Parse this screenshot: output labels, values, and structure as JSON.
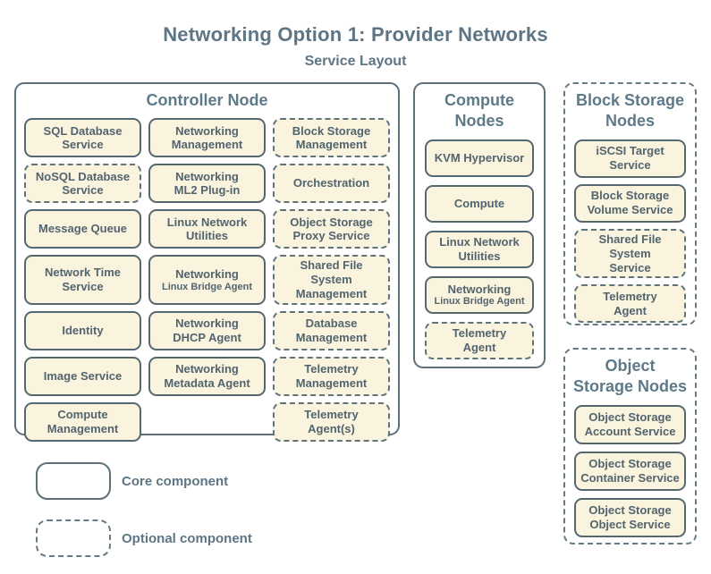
{
  "title": "Networking Option 1: Provider Networks",
  "subtitle": "Service Layout",
  "colors": {
    "background": "#ffffff",
    "box_fill": "#faf3de",
    "core_border": "#56686f",
    "optional_border": "#5e737c",
    "panel_border": "#5d6f78",
    "box_text": "#52656e",
    "heading_text": "#5e7987",
    "title_text": "#5d7584"
  },
  "panels": {
    "controller": {
      "title": "Controller Node",
      "optional": false,
      "services": [
        {
          "label": "SQL Database\nService"
        },
        {
          "label": "Networking\nManagement"
        },
        {
          "label": "Block Storage\nManagement",
          "optional": true
        },
        {
          "label": "NoSQL Database\nService",
          "optional": true
        },
        {
          "label": "Networking\nML2 Plug-in"
        },
        {
          "label": "Orchestration",
          "optional": true
        },
        {
          "label": "Message Queue"
        },
        {
          "label": "Linux Network\nUtilities"
        },
        {
          "label": "Object Storage\nProxy Service",
          "optional": true
        },
        {
          "label": "Network Time\nService"
        },
        {
          "label": "Networking",
          "sublabel": "Linux Bridge Agent"
        },
        {
          "label": "Shared File System\nManagement",
          "optional": true
        },
        {
          "label": "Identity"
        },
        {
          "label": "Networking\nDHCP Agent"
        },
        {
          "label": "Database\nManagement",
          "optional": true
        },
        {
          "label": "Image Service"
        },
        {
          "label": "Networking\nMetadata Agent"
        },
        {
          "label": "Telemetry\nManagement",
          "optional": true
        },
        {
          "label": "Compute\nManagement"
        },
        {
          "label": "",
          "empty": true
        },
        {
          "label": "Telemetry\nAgent(s)",
          "optional": true
        }
      ]
    },
    "compute": {
      "title": "Compute\nNodes",
      "optional": false,
      "services": [
        {
          "label": "KVM Hypervisor"
        },
        {
          "label": "Compute"
        },
        {
          "label": "Linux Network\nUtilities"
        },
        {
          "label": "Networking",
          "sublabel": "Linux Bridge Agent"
        },
        {
          "label": "Telemetry\nAgent",
          "optional": true
        }
      ]
    },
    "block_storage": {
      "title": "Block Storage\nNodes",
      "optional": true,
      "services": [
        {
          "label": "iSCSI Target\nService"
        },
        {
          "label": "Block Storage\nVolume Service"
        },
        {
          "label": "Shared File System\nService",
          "optional": true
        },
        {
          "label": "Telemetry\nAgent",
          "optional": true
        }
      ]
    },
    "object_storage": {
      "title": "Object\nStorage Nodes",
      "optional": true,
      "services": [
        {
          "label": "Object Storage\nAccount Service"
        },
        {
          "label": "Object Storage\nContainer Service"
        },
        {
          "label": "Object Storage\nObject Service"
        }
      ]
    }
  },
  "legend": {
    "core": {
      "label": "Core component"
    },
    "optional": {
      "label": "Optional component"
    }
  }
}
